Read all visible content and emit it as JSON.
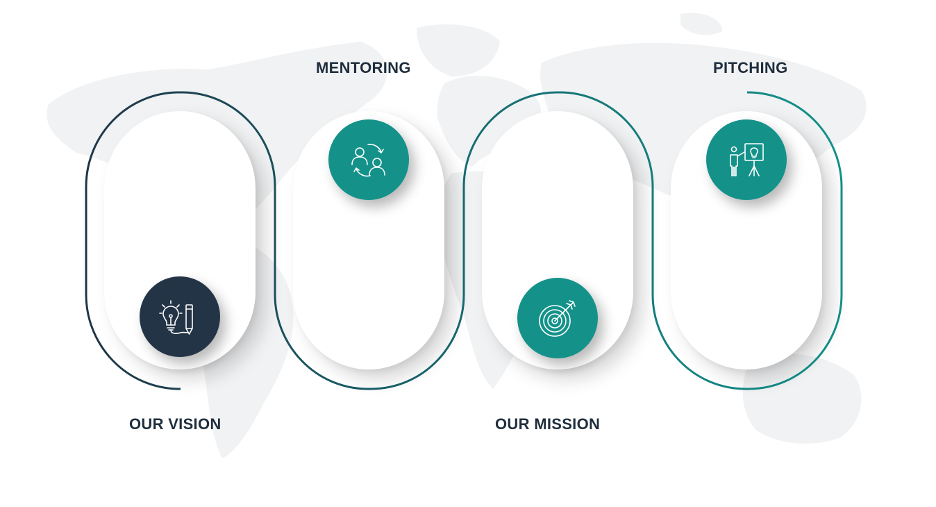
{
  "colors": {
    "dark_navy": "#243447",
    "teal": "#14928a",
    "label_text": "#1f2e3d",
    "map": "#f1f2f3"
  },
  "steps": [
    {
      "label": "OUR VISION",
      "icon": "lightbulb-pencil-icon",
      "color": "#243447"
    },
    {
      "label": "MENTORING",
      "icon": "people-exchange-icon",
      "color": "#14928a"
    },
    {
      "label": "OUR MISSION",
      "icon": "target-arrow-icon",
      "color": "#14928a"
    },
    {
      "label": "PITCHING",
      "icon": "presentation-idea-icon",
      "color": "#14928a"
    }
  ]
}
